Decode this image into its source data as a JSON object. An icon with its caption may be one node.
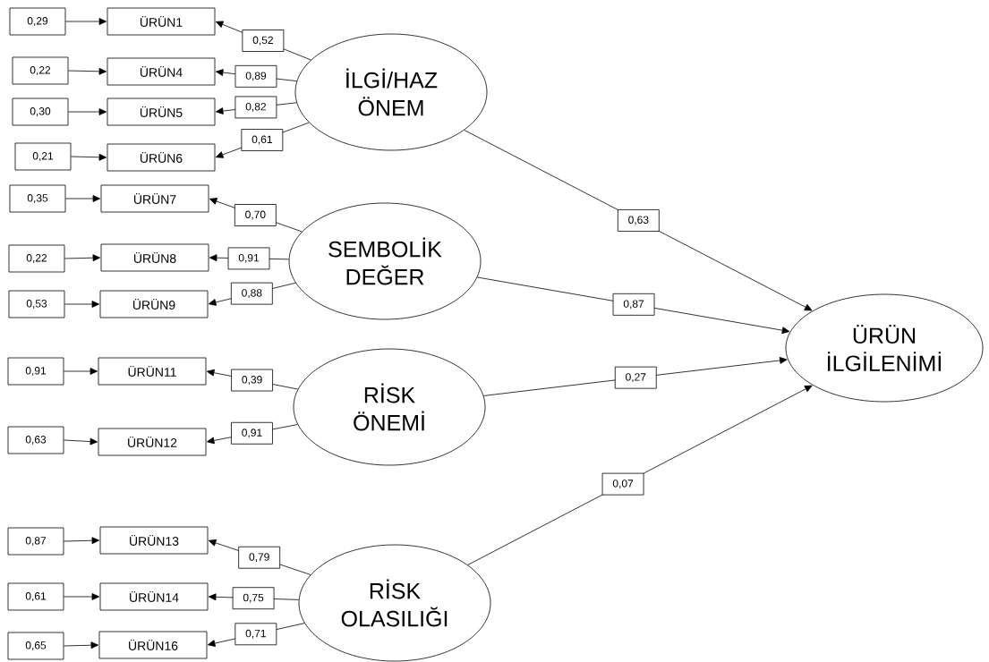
{
  "diagram": {
    "nodes": [
      {
        "text": [
          "0,29"
        ]
      },
      {
        "text": [
          "ÜRÜN1"
        ]
      },
      {
        "text": [
          "0,22"
        ]
      },
      {
        "text": [
          "ÜRÜN4"
        ]
      },
      {
        "text": [
          "0,30"
        ]
      },
      {
        "text": [
          "ÜRÜN5"
        ]
      },
      {
        "text": [
          "0,21"
        ]
      },
      {
        "text": [
          "ÜRÜN6"
        ]
      },
      {
        "text": [
          "İLGİ/HAZ ÖNEM"
        ]
      },
      {
        "text": [
          "0,35"
        ]
      },
      {
        "text": [
          "ÜRÜN7"
        ]
      },
      {
        "text": [
          "0,22"
        ]
      },
      {
        "text": [
          "ÜRÜN8"
        ]
      },
      {
        "text": [
          "0,53"
        ]
      },
      {
        "text": [
          "ÜRÜN9"
        ]
      },
      {
        "text": [
          "SEMBOLİK DEĞER"
        ]
      },
      {
        "text": [
          "0,91"
        ]
      },
      {
        "text": [
          "ÜRÜN11"
        ]
      },
      {
        "text": [
          "0,63"
        ]
      },
      {
        "text": [
          "ÜRÜN12"
        ]
      },
      {
        "text": [
          "RİSK ÖNEMİ"
        ]
      },
      {
        "text": [
          "0,87"
        ]
      },
      {
        "text": [
          "ÜRÜN13"
        ]
      },
      {
        "text": [
          "0,61"
        ]
      },
      {
        "text": [
          "ÜRÜN14"
        ]
      },
      {
        "text": [
          "0,65"
        ]
      },
      {
        "text": [
          "ÜRÜN16"
        ]
      },
      {
        "text": [
          "RİSK OLASILIĞI"
        ]
      },
      {
        "text": [
          "ÜRÜN İLGİLENİMİ"
        ]
      }
    ],
    "edges": [
      {
        "from": 0,
        "to": 1,
        "arrow": "to"
      },
      {
        "from": 2,
        "to": 3,
        "arrow": "to"
      },
      {
        "from": 4,
        "to": 5,
        "arrow": "to"
      },
      {
        "from": 6,
        "to": 7,
        "arrow": "to"
      },
      {
        "from": 9,
        "to": 10,
        "arrow": "to"
      },
      {
        "from": 11,
        "to": 12,
        "arrow": "to"
      },
      {
        "from": 13,
        "to": 14,
        "arrow": "to"
      },
      {
        "from": 16,
        "to": 17,
        "arrow": "to"
      },
      {
        "from": 18,
        "to": 19,
        "arrow": "to"
      },
      {
        "from": 21,
        "to": 22,
        "arrow": "to"
      },
      {
        "from": 23,
        "to": 24,
        "arrow": "to"
      },
      {
        "from": 25,
        "to": 26,
        "arrow": "to"
      },
      {
        "from": 8,
        "to": 1,
        "arrow": "to",
        "label": "0,52"
      },
      {
        "from": 8,
        "to": 3,
        "arrow": "to",
        "label": "0,89"
      },
      {
        "from": 8,
        "to": 5,
        "arrow": "to",
        "label": "0,82"
      },
      {
        "from": 8,
        "to": 7,
        "arrow": "to",
        "label": "0,61"
      },
      {
        "from": 15,
        "to": 10,
        "arrow": "to",
        "label": "0,70"
      },
      {
        "from": 15,
        "to": 12,
        "arrow": "to",
        "label": "0,91"
      },
      {
        "from": 15,
        "to": 14,
        "arrow": "to",
        "label": "0,88"
      },
      {
        "from": 20,
        "to": 17,
        "arrow": "to",
        "label": "0,39"
      },
      {
        "from": 20,
        "to": 19,
        "arrow": "to",
        "label": "0,91"
      },
      {
        "from": 27,
        "to": 22,
        "arrow": "to",
        "label": "0,79"
      },
      {
        "from": 27,
        "to": 24,
        "arrow": "to",
        "label": "0,75"
      },
      {
        "from": 27,
        "to": 26,
        "arrow": "to",
        "label": "0,71"
      },
      {
        "from": 8,
        "to": 28,
        "arrow": "to",
        "label": "0,63"
      },
      {
        "from": 15,
        "to": 28,
        "arrow": "to",
        "label": "0,87"
      },
      {
        "from": 20,
        "to": 28,
        "arrow": "to",
        "label": "0,27"
      },
      {
        "from": 27,
        "to": 28,
        "arrow": "to",
        "label": "0,07"
      }
    ]
  }
}
